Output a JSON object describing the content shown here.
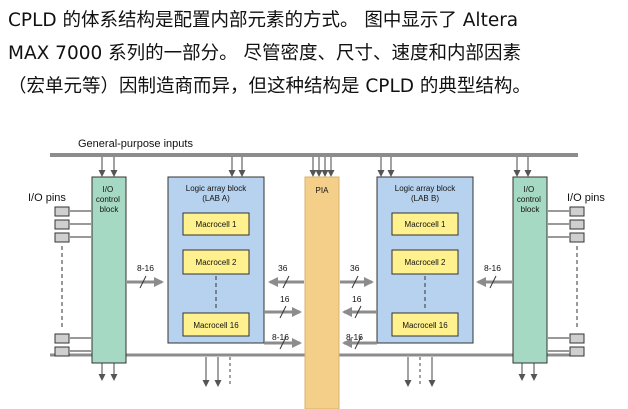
{
  "caption": {
    "line1": "CPLD 的体系结构是配置内部元素的方式。 图中显示了 Altera",
    "line2": "MAX 7000 系列的一部分。 尽管密度、尺寸、速度和内部因素",
    "line3": "（宏单元等）因制造商而异，但这种结构是 CPLD 的典型结构。"
  },
  "diagram": {
    "general_purpose_inputs": "General-purpose inputs",
    "io_pins_left": "I/O pins",
    "io_pins_right": "I/O pins",
    "io_block_left": [
      "I/O",
      "control",
      "block"
    ],
    "io_block_right": [
      "I/O",
      "control",
      "block"
    ],
    "lab_a": {
      "title": "Logic array block",
      "subtitle": "(LAB A)",
      "macrocells": [
        "Macrocell 1",
        "Macrocell 2",
        "Macrocell 16"
      ]
    },
    "lab_b": {
      "title": "Logic array block",
      "subtitle": "(LAB B)",
      "macrocells": [
        "Macrocell 1",
        "Macrocell 2",
        "Macrocell 16"
      ]
    },
    "pia": "PIA",
    "bus_labels": {
      "left_8_16": "8-16",
      "lab_a_36": "36",
      "lab_a_16": "16",
      "lab_a_8_16": "8-16",
      "lab_b_36": "36",
      "lab_b_16": "16",
      "lab_b_8_16": "8-16",
      "right_8_16": "8-16"
    },
    "colors": {
      "io_block": "#a6d9c3",
      "lab": "#b7d2ee",
      "macrocell": "#fff18e",
      "pia": "#f4cf8a",
      "bus": "#8c8c8c",
      "pin": "#cfcfcf"
    }
  }
}
